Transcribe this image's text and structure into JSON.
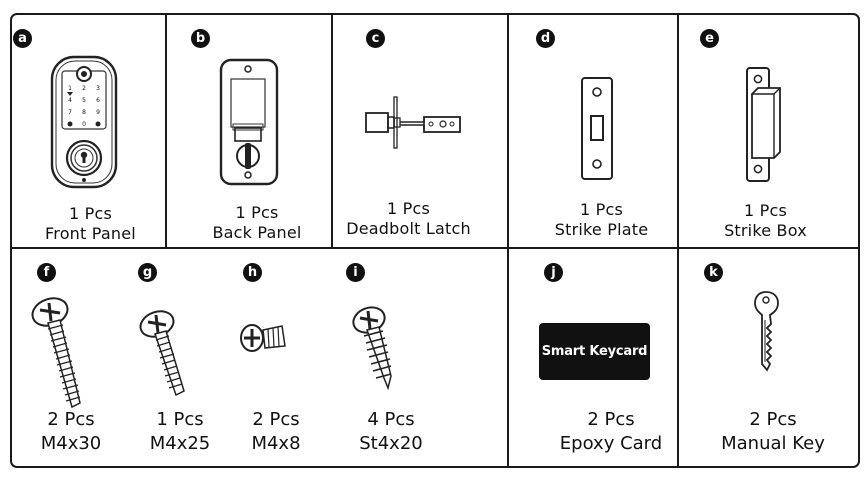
{
  "items": [
    {
      "badge": "a",
      "qty": "1 Pcs",
      "name": "Front Panel",
      "icon": "front-panel-icon"
    },
    {
      "badge": "b",
      "qty": "1 Pcs",
      "name": "Back Panel",
      "icon": "back-panel-icon"
    },
    {
      "badge": "c",
      "qty": "1 Pcs",
      "name": "Deadbolt Latch",
      "icon": "deadbolt-latch-icon"
    },
    {
      "badge": "d",
      "qty": "1 Pcs",
      "name": "Strike Plate",
      "icon": "strike-plate-icon"
    },
    {
      "badge": "e",
      "qty": "1 Pcs",
      "name": "Strike Box",
      "icon": "strike-box-icon"
    },
    {
      "badge": "f",
      "qty": "2 Pcs",
      "name": "M4x30",
      "icon": "screw-m4x30-icon"
    },
    {
      "badge": "g",
      "qty": "1 Pcs",
      "name": "M4x25",
      "icon": "screw-m4x25-icon"
    },
    {
      "badge": "h",
      "qty": "2 Pcs",
      "name": "M4x8",
      "icon": "screw-m4x8-icon"
    },
    {
      "badge": "i",
      "qty": "4 Pcs",
      "name": "St4x20",
      "icon": "screw-st4x20-icon"
    },
    {
      "badge": "j",
      "qty": "2 Pcs",
      "name": "Epoxy Card",
      "icon": "epoxy-card-icon"
    },
    {
      "badge": "k",
      "qty": "2 Pcs",
      "name": "Manual Key",
      "icon": "manual-key-icon"
    }
  ],
  "card_label": "Smart Keycard",
  "keypad_keys": [
    "1",
    "2",
    "3",
    "4",
    "5",
    "6",
    "7",
    "8",
    "9",
    "0"
  ]
}
